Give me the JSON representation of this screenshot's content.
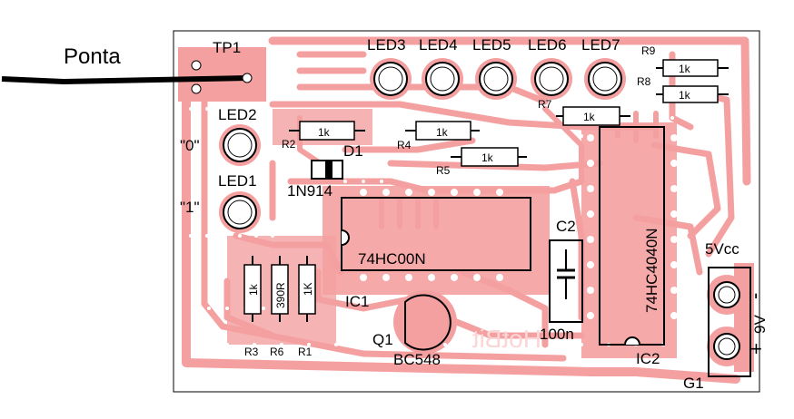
{
  "probe": {
    "label": "Ponta"
  },
  "test_point": {
    "label": "TP1"
  },
  "leds_top": [
    "LED3",
    "LED4",
    "LED5",
    "LED6",
    "LED7"
  ],
  "led_indicators": [
    {
      "ref": "LED2",
      "state": "\"0\""
    },
    {
      "ref": "LED1",
      "state": "\"1\""
    }
  ],
  "resistors": [
    {
      "ref": "R9",
      "value": "1k"
    },
    {
      "ref": "R8",
      "value": "1k"
    },
    {
      "ref": "R7",
      "value": "1k"
    },
    {
      "ref": "R2",
      "value": "1k"
    },
    {
      "ref": "R4",
      "value": "1k"
    },
    {
      "ref": "R5",
      "value": "1k"
    },
    {
      "ref": "R3",
      "value": "1k"
    },
    {
      "ref": "R6",
      "value": "390R"
    },
    {
      "ref": "R1",
      "value": "1K"
    }
  ],
  "diode": {
    "ref": "D1",
    "part": "1N914"
  },
  "ic1": {
    "ref": "IC1",
    "part": "74HC00N"
  },
  "ic2": {
    "ref": "IC2",
    "part": "74HC4040N"
  },
  "capacitor": {
    "ref": "C2",
    "value": "100n"
  },
  "transistor": {
    "ref": "Q1",
    "part": "BC548"
  },
  "power": {
    "ref": "G1",
    "vcc": "5Vcc",
    "battery": "9V",
    "minus": "-",
    "plus": "+"
  },
  "watermark": "HotBit",
  "colors": {
    "copper": "#f4a0a0",
    "silk": "#000000",
    "pad": "#ffffff",
    "board": "#ffffff"
  }
}
